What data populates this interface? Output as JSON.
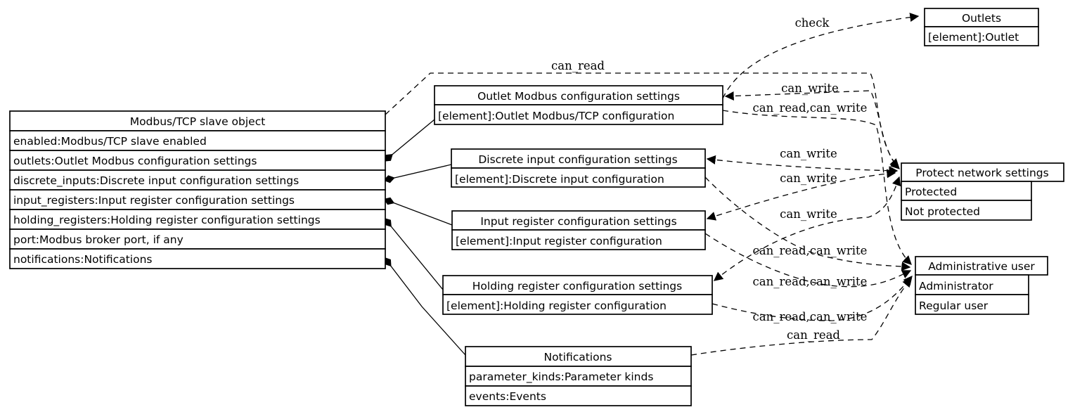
{
  "diagram": {
    "colors": {
      "line": "#000000",
      "background": "#ffffff",
      "text": "#000000"
    },
    "nodes": {
      "slave": {
        "title": "Modbus/TCP slave object",
        "rows": [
          "enabled:Modbus/TCP slave enabled",
          "outlets:Outlet Modbus configuration settings",
          "discrete_inputs:Discrete input configuration settings",
          "input_registers:Input register configuration settings",
          "holding_registers:Holding register configuration settings",
          "port:Modbus broker port, if any",
          "notifications:Notifications"
        ]
      },
      "outlet_modbus": {
        "title": "Outlet Modbus configuration settings",
        "rows": [
          "[element]:Outlet Modbus/TCP configuration"
        ]
      },
      "discrete": {
        "title": "Discrete input configuration settings",
        "rows": [
          "[element]:Discrete input configuration"
        ]
      },
      "input_reg": {
        "title": "Input register configuration settings",
        "rows": [
          "[element]:Input register configuration"
        ]
      },
      "holding_reg": {
        "title": "Holding register configuration settings",
        "rows": [
          "[element]:Holding register configuration"
        ]
      },
      "notifications": {
        "title": "Notifications",
        "rows": [
          "parameter_kinds:Parameter kinds",
          "events:Events"
        ]
      },
      "outlets": {
        "title": "Outlets",
        "rows": [
          "[element]:Outlet"
        ]
      },
      "protect": {
        "title": "Protect network settings",
        "rows": [
          "Protected",
          "Not protected"
        ]
      },
      "admin": {
        "title": "Administrative user",
        "rows": [
          "Administrator",
          "Regular user"
        ]
      }
    },
    "edges": [
      {
        "from": "Modbus/TCP slave object",
        "to": "Protect network settings",
        "label": "can_read",
        "style": "dashed",
        "arrows": "forward"
      },
      {
        "from": "Outlet Modbus configuration settings",
        "to": "Protect network settings",
        "label": "can_write",
        "style": "dashed",
        "arrows": "both"
      },
      {
        "from": "Outlet Modbus configuration settings",
        "to": "Administrative user",
        "label": "can_read,can_write",
        "style": "dashed",
        "arrows": "forward"
      },
      {
        "from": "Outlet Modbus configuration settings",
        "to": "Outlets",
        "label": "check",
        "style": "dashed",
        "arrows": "forward"
      },
      {
        "from": "Discrete input configuration settings",
        "to": "Protect network settings",
        "label": "can_write",
        "style": "dashed",
        "arrows": "both"
      },
      {
        "from": "Discrete input configuration settings",
        "to": "Administrative user",
        "label": "can_read,can_write",
        "style": "dashed",
        "arrows": "forward"
      },
      {
        "from": "Input register configuration settings",
        "to": "Protect network settings",
        "label": "can_write",
        "style": "dashed",
        "arrows": "both"
      },
      {
        "from": "Input register configuration settings",
        "to": "Administrative user",
        "label": "can_read,can_write",
        "style": "dashed",
        "arrows": "forward"
      },
      {
        "from": "Holding register configuration settings",
        "to": "Protect network settings",
        "label": "can_write",
        "style": "dashed",
        "arrows": "both"
      },
      {
        "from": "Holding register configuration settings",
        "to": "Administrative user",
        "label": "can_read,can_write",
        "style": "dashed",
        "arrows": "forward"
      },
      {
        "from": "Notifications",
        "to": "Administrative user",
        "label": "can_read",
        "style": "dashed",
        "arrows": "forward"
      },
      {
        "from": "Modbus/TCP slave object",
        "field": "outlets",
        "to": "Outlet Modbus configuration settings",
        "style": "solid",
        "tail": "diamond"
      },
      {
        "from": "Modbus/TCP slave object",
        "field": "discrete_inputs",
        "to": "Discrete input configuration settings",
        "style": "solid",
        "tail": "diamond"
      },
      {
        "from": "Modbus/TCP slave object",
        "field": "input_registers",
        "to": "Input register configuration settings",
        "style": "solid",
        "tail": "diamond"
      },
      {
        "from": "Modbus/TCP slave object",
        "field": "holding_registers",
        "to": "Holding register configuration settings",
        "style": "solid",
        "tail": "diamond"
      },
      {
        "from": "Modbus/TCP slave object",
        "field": "notifications",
        "to": "Notifications",
        "style": "solid",
        "tail": "diamond"
      }
    ]
  }
}
